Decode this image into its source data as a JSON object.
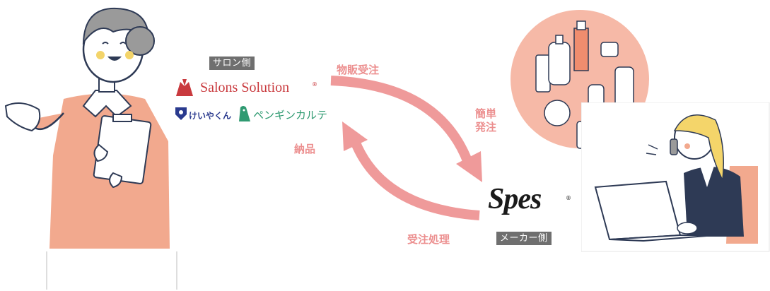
{
  "salon_side": {
    "label": "サロン側",
    "brands": {
      "salons_solution": "Salons Solution",
      "keiyakun": "けいやくん",
      "penguin": "ペンギンカルテ"
    }
  },
  "maker_side": {
    "label": "メーカー側",
    "brand": "Spes"
  },
  "flows": {
    "order_sales": "物販受注",
    "easy_order": [
      "簡単",
      "発注"
    ],
    "delivery": "納品",
    "order_processing": "受注処理"
  },
  "colors": {
    "arrow": "#ef9a9a",
    "flow_text": "#ec8f8f",
    "salon_brand_red": "#c93a3e",
    "tag_bg": "#6f6f6f",
    "skin": "#f2a98e",
    "bubble": "#f6b9a7"
  }
}
